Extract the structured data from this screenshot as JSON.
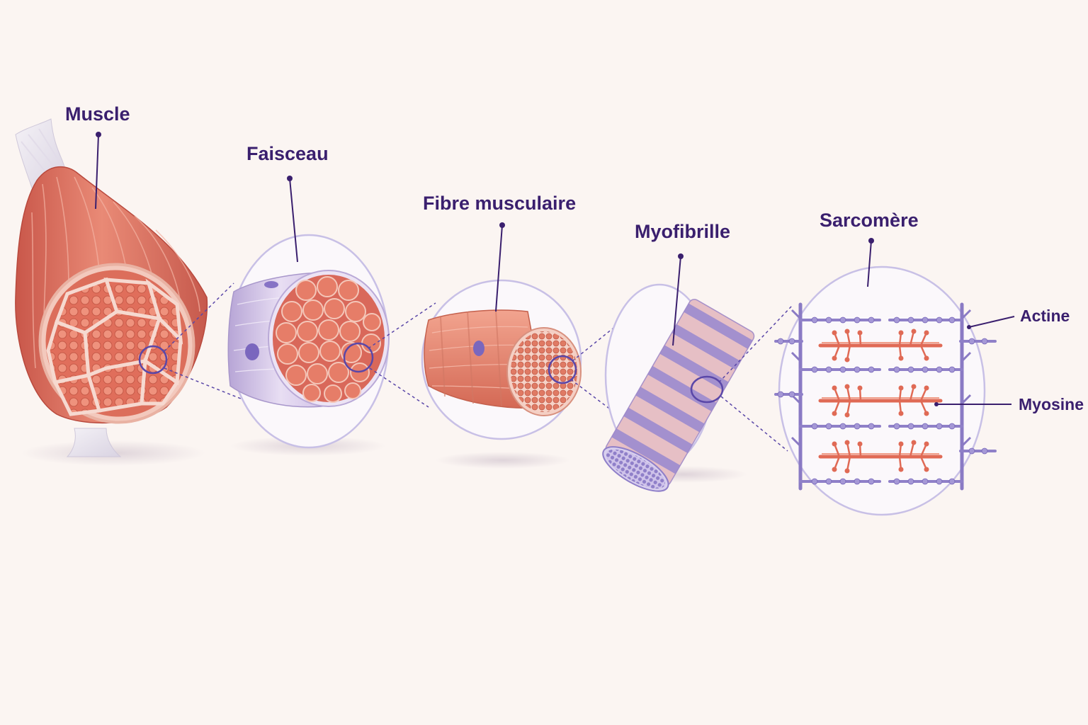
{
  "labels": {
    "muscle": "Muscle",
    "faisceau": "Faisceau",
    "fibre": "Fibre musculaire",
    "myofibrille": "Myofibrille",
    "sarcomere": "Sarcomère",
    "actine": "Actine",
    "myosine": "Myosine"
  },
  "colors": {
    "background": "#fbf5f2",
    "label": "#3a1f6e",
    "muscle_red": "#d9705f",
    "muscle_light": "#f0a08c",
    "membrane_lavender": "#c9b8e3",
    "actin_purple": "#8a7ac4",
    "myosin_red": "#e06a55",
    "circle_outline": "#c8c0e6"
  },
  "icons": [
    "muscle-illustration",
    "fascicle-illustration",
    "muscle-fiber-illustration",
    "myofibril-illustration",
    "sarcomere-illustration"
  ]
}
